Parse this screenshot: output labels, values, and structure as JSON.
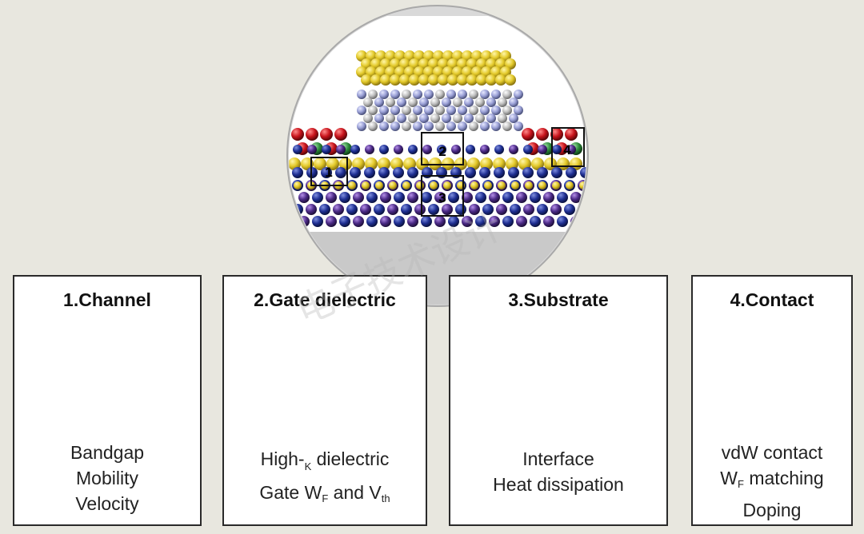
{
  "overview": {
    "markers": [
      "1",
      "2",
      "3",
      "4"
    ]
  },
  "panels": [
    {
      "title": "1.Channel",
      "lines": [
        "Bandgap",
        "Mobility",
        "Velocity"
      ]
    },
    {
      "title": "2.Gate dielectric",
      "line1_pre": "High-",
      "line1_sub": "K",
      "line1_post": " dielectric",
      "line2_pre": "Gate W",
      "line2_sub1": "F",
      "line2_mid": " and V",
      "line2_sub2": "th"
    },
    {
      "title": "3.Substrate",
      "lines": [
        "Interface",
        "Heat dissipation"
      ]
    },
    {
      "title": "4.Contact",
      "line1": "vdW contact",
      "line2_pre": "W",
      "line2_sub": "F",
      "line2_post": " matching",
      "line3": "Doping"
    }
  ],
  "watermark": "电子技术设计",
  "colors": {
    "gold": "#e3c92a",
    "navy": "#1f2f93",
    "purple": "#4b2a86",
    "red": "#c8141c",
    "green": "#2d8a3a",
    "orange": "#d98a1c",
    "lavender": "#9aa0d6",
    "silver": "#bfbfbf",
    "background": "#e8e7df"
  }
}
